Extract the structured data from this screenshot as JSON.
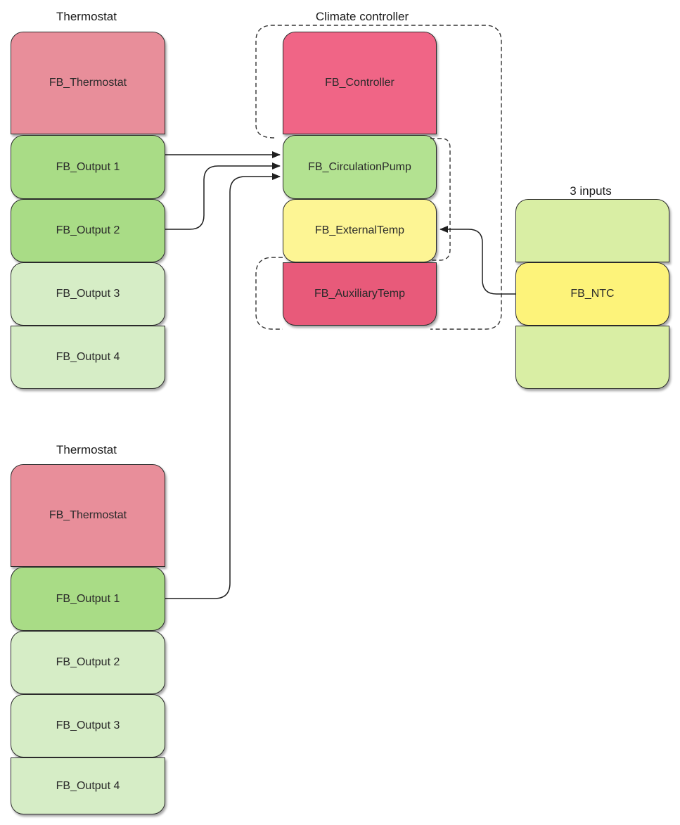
{
  "groups": {
    "thermostat_1": {
      "title": "Thermostat",
      "blocks": [
        "FB_Thermostat",
        "FB_Output 1",
        "FB_Output 2",
        "FB_Output 3",
        "FB_Output 4"
      ]
    },
    "climate_controller": {
      "title": "Climate controller",
      "blocks": [
        "FB_Controller",
        "FB_CirculationPump",
        "FB_ExternalTemp",
        "FB_AuxiliaryTemp"
      ]
    },
    "inputs": {
      "title": "3 inputs",
      "blocks": [
        "",
        "FB_NTC",
        ""
      ]
    },
    "thermostat_2": {
      "title": "Thermostat",
      "blocks": [
        "FB_Thermostat",
        "FB_Output 1",
        "FB_Output 2",
        "FB_Output 3",
        "FB_Output 4"
      ]
    }
  },
  "colors": {
    "thermostat_block": "#e88e9a",
    "controller_block": "#f06586",
    "auxiliary_block": "#e85a7a",
    "output_active": "#a9dc86",
    "output_inactive": "#d6edc6",
    "pump_block": "#b3e291",
    "external_temp_block": "#fdf594",
    "ntc_block": "#fdf37a",
    "input_empty": "#d9eea4",
    "wire": "#1f1f1f"
  }
}
